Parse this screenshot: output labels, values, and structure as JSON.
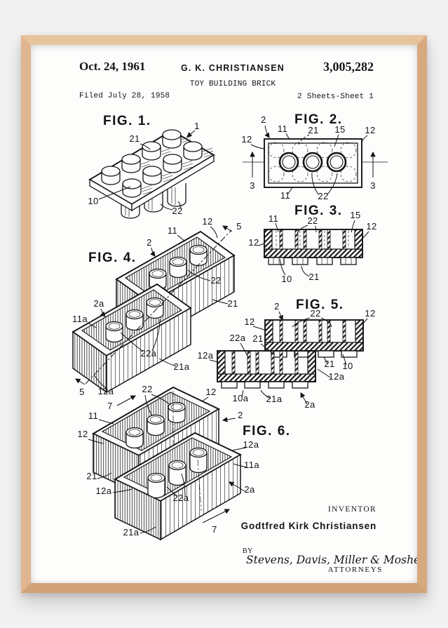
{
  "colors": {
    "background": "#f2f1f1",
    "frame_wood": "#ddb28a",
    "paper": "#fdfdfc",
    "ink": "#141414"
  },
  "poster": {
    "header": {
      "date": "Oct. 24, 1961",
      "patentee": "G. K. CHRISTIANSEN",
      "patent_number": "3,005,282",
      "invention_title": "TOY BUILDING BRICK",
      "filed_line": "Filed July 28, 1958",
      "sheet_line": "2 Sheets-Sheet 1"
    },
    "figures": {
      "fig1": {
        "title": "FIG. 1.",
        "refs": {
          "n1": "1",
          "n21": "21",
          "n10": "10",
          "n22": "22"
        }
      },
      "fig2": {
        "title": "FIG. 2.",
        "refs": {
          "n2": "2",
          "n11_top": "11",
          "n21": "21",
          "n15": "15",
          "n12_left": "12",
          "n12_right": "12",
          "n11_bottom": "11",
          "n22": "22",
          "n3_left": "3",
          "n3_right": "3"
        }
      },
      "fig3": {
        "title": "FIG. 3.",
        "refs": {
          "n11": "11",
          "n22": "22",
          "n15": "15",
          "n12_left": "12",
          "n12_right": "12",
          "n10": "10",
          "n21": "21"
        }
      },
      "fig4": {
        "title": "FIG. 4.",
        "refs": {
          "n2": "2",
          "n11": "11",
          "n12": "12",
          "n5_top": "5",
          "n5_bottom": "5",
          "n22": "22",
          "n21": "21",
          "n2a": "2a",
          "n11a": "11a",
          "n22a": "22a",
          "n21a": "21a",
          "n12a": "12a"
        }
      },
      "fig5": {
        "title": "FIG. 5.",
        "refs": {
          "n2": "2",
          "n22": "22",
          "n12_left": "12",
          "n12_right": "12",
          "n22a": "22a",
          "n21_mid": "21",
          "n12a_left": "12a",
          "n21_right": "21",
          "n10": "10",
          "n12a_right": "12a",
          "n10a": "10a",
          "n21a": "21a",
          "n2a": "2a"
        }
      },
      "fig6": {
        "title": "FIG. 6.",
        "refs": {
          "n22": "22",
          "n12_top": "12",
          "n7_top": "7",
          "n11": "11",
          "n2": "2",
          "n12_left": "12",
          "n12a_right": "12a",
          "n11a": "11a",
          "n21": "21",
          "n12a_left": "12a",
          "n22a": "22a",
          "n2a": "2a",
          "n21a": "21a",
          "n7_bottom": "7"
        }
      }
    },
    "footer": {
      "inventor_caption": "INVENTOR",
      "inventor_name": "Godtfred Kirk Christiansen",
      "by_label": "BY",
      "attorney_signature": "Stevens, Davis, Miller & Mosher",
      "attorneys_caption": "ATTORNEYS"
    }
  }
}
